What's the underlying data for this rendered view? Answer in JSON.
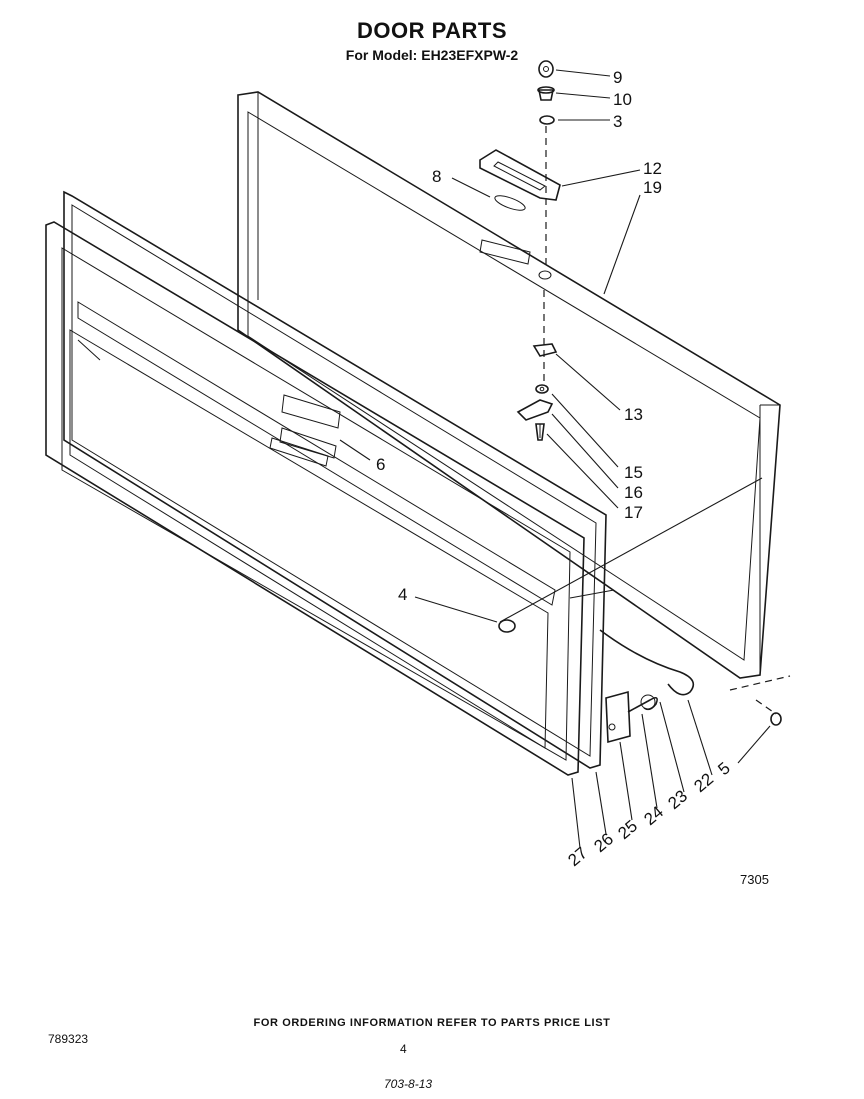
{
  "header": {
    "title": "DOOR PARTS",
    "model_line": "For Model: EH23EFXPW-2"
  },
  "callouts": [
    "9",
    "10",
    "3",
    "12",
    "19",
    "8",
    "13",
    "15",
    "16",
    "17",
    "6",
    "4",
    "5",
    "22",
    "23",
    "24",
    "25",
    "26",
    "27"
  ],
  "figure_number": "7305",
  "footer": {
    "ordering_note": "FOR ORDERING INFORMATION REFER TO PARTS PRICE LIST",
    "document_number": "789323",
    "page_number": "4",
    "handwritten_code": "703-8-13"
  }
}
